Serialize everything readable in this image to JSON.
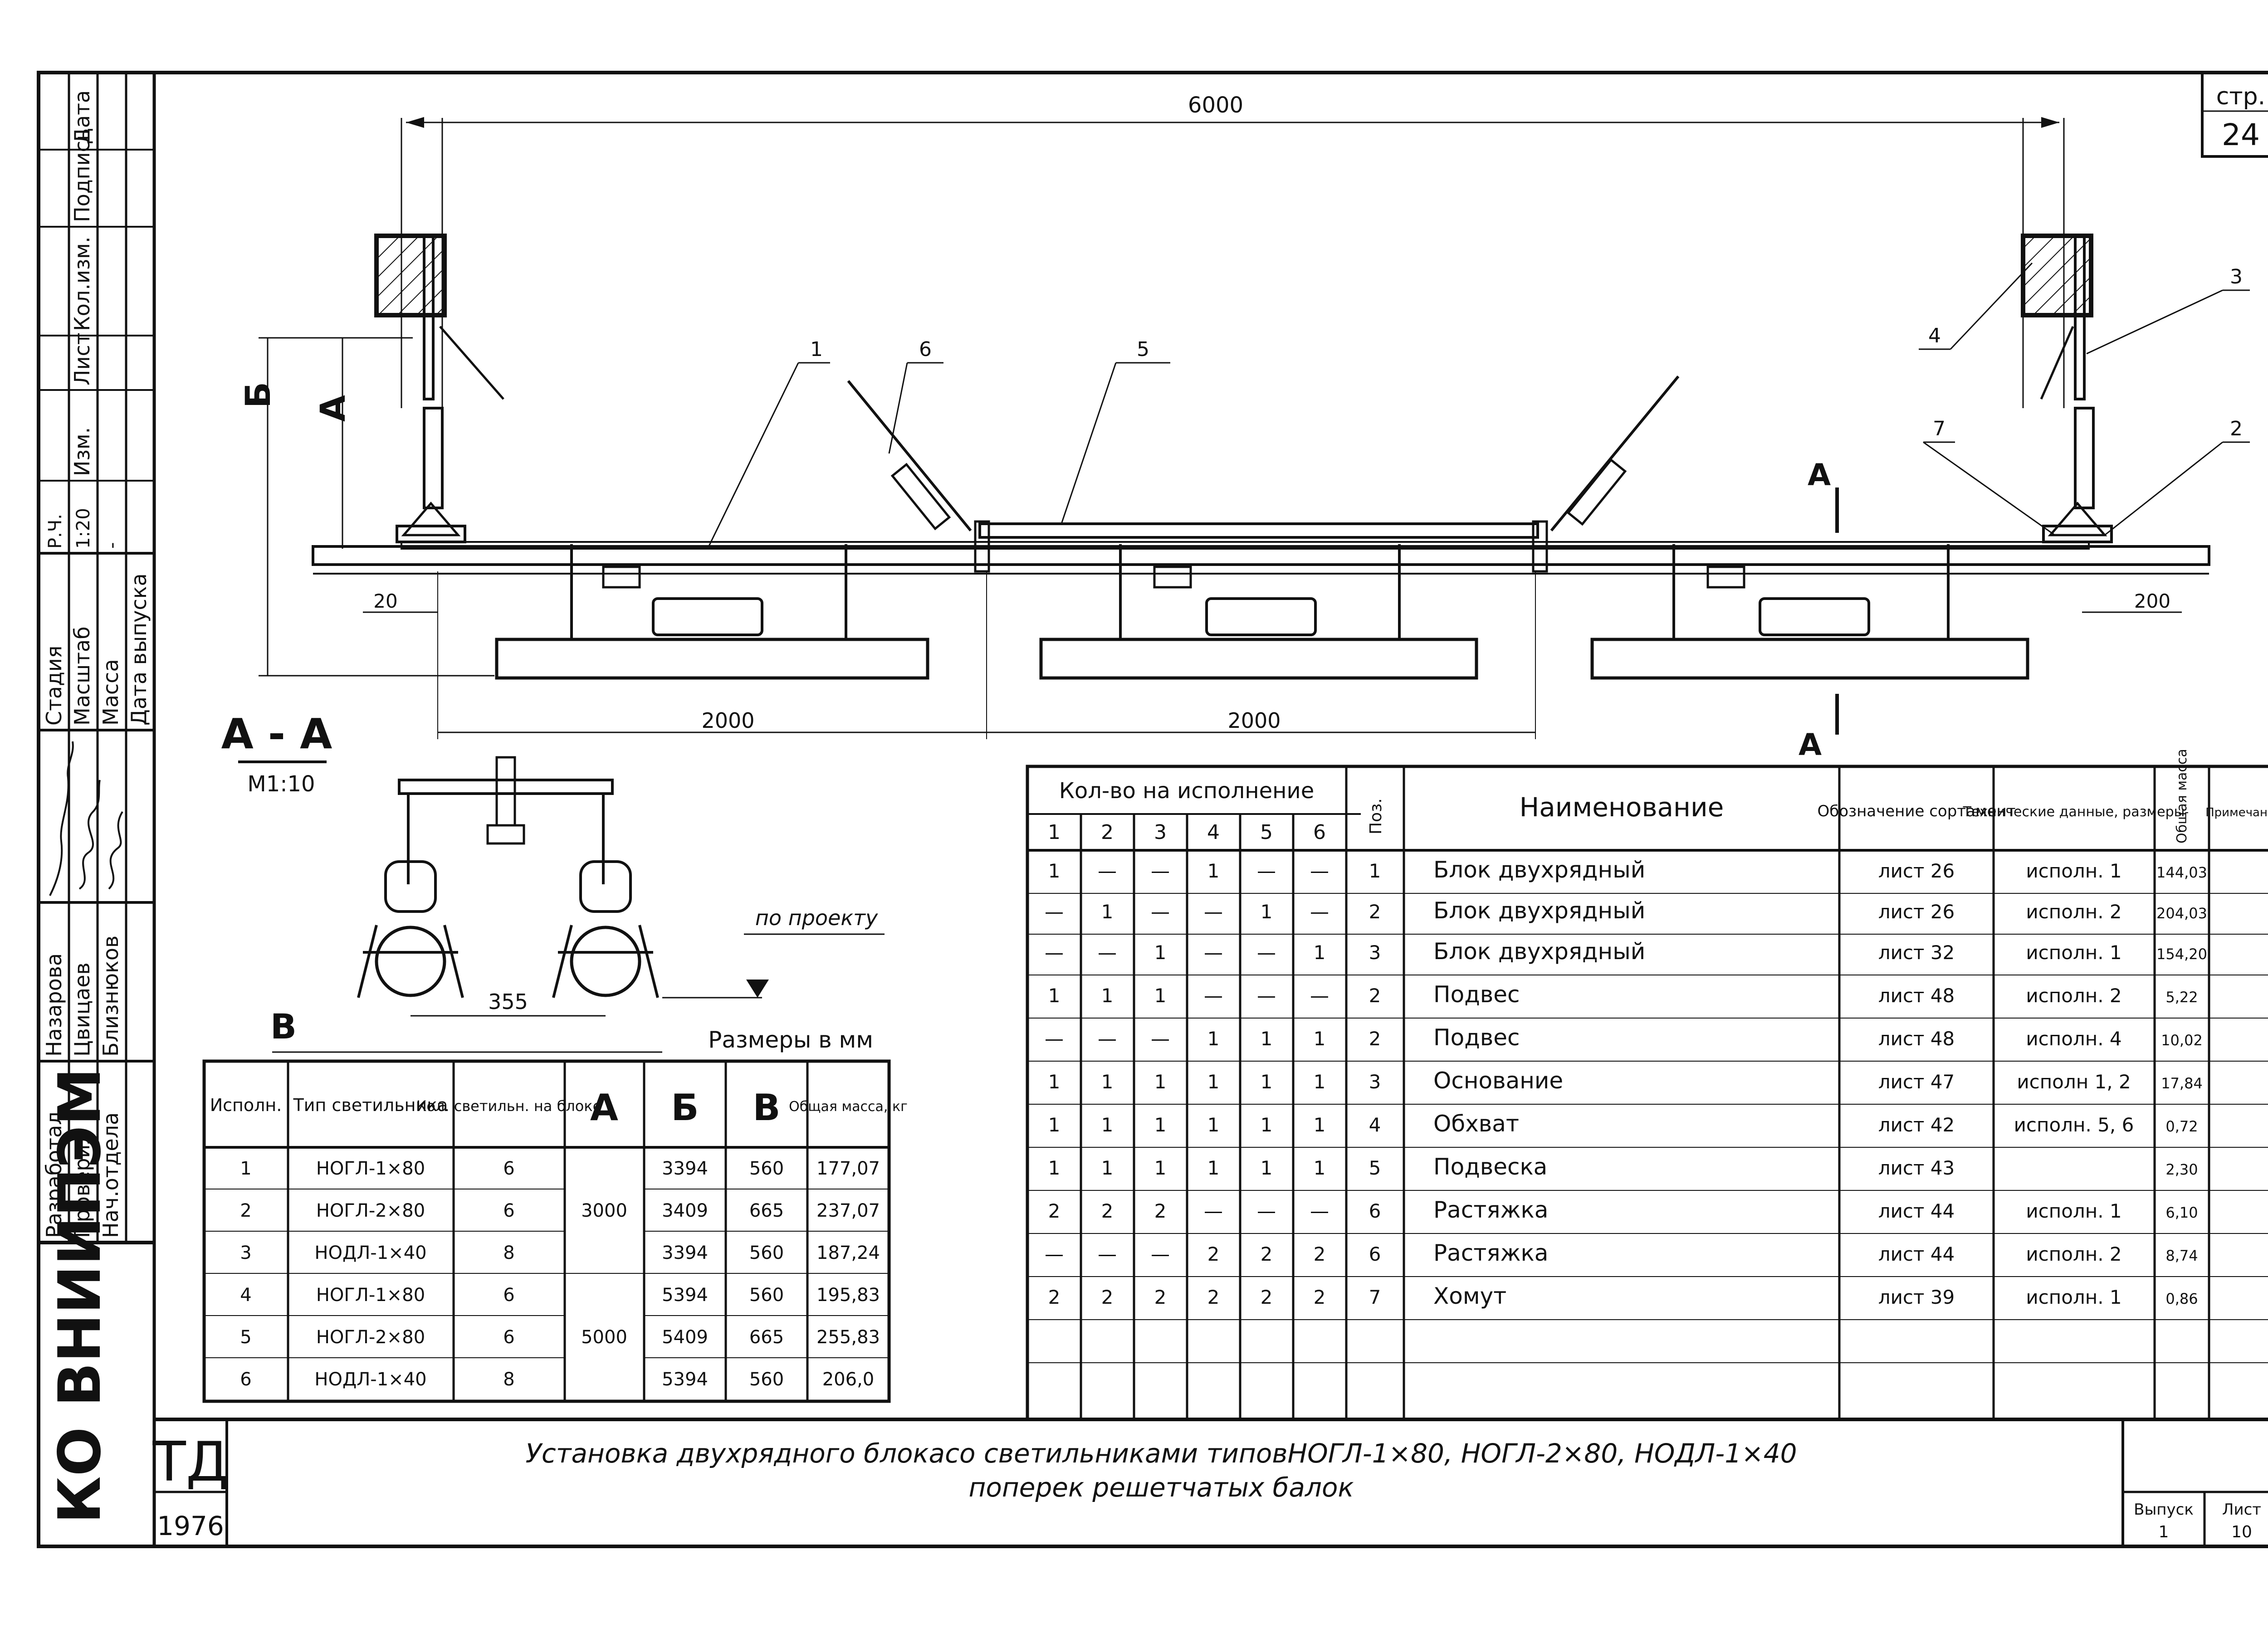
{
  "sheet": {
    "page_label": "стр.",
    "page_number": "24",
    "org": "КО ВНИИПЭМ",
    "doc_code": "ТД",
    "year": "1976",
    "title_line1": "Установка двухрядного блокасо светильниками типовНОГЛ-1×80, НОГЛ-2×80, НОДЛ-1×40",
    "title_line2": "поперек решетчатых балок",
    "issue_label": "Выпуск",
    "issue_value": "1",
    "sheet_label": "Лист",
    "sheet_value": "10"
  },
  "stamp": {
    "rev_headers": [
      "Изм.",
      "Лист",
      "Кол.изм.",
      "Подпись",
      "Дата"
    ],
    "stage_label": "Стадия",
    "stage_value": "Р.Ч.",
    "scale_label": "Масштаб",
    "scale_value": "1:20",
    "mass_label": "Масса",
    "mass_value": "-",
    "date_label": "Дата выпуска",
    "roles": [
      {
        "role": "Разработал",
        "name": "Назарова"
      },
      {
        "role": "Проверил",
        "name": "Цвицаев"
      },
      {
        "role": "Нач.отдела",
        "name": "Близнюков"
      }
    ]
  },
  "drawing": {
    "dim_total": "6000",
    "dim_span_1": "2000",
    "dim_span_2": "2000",
    "dim_left_offset": "20",
    "dim_right_offset": "200",
    "label_A": "А",
    "label_B": "Б",
    "section_mark": "А",
    "callouts": [
      "1",
      "6",
      "5",
      "4",
      "3",
      "7",
      "2"
    ]
  },
  "section": {
    "title": "А - А",
    "scale": "М1:10",
    "dim_355": "355",
    "label_V": "В",
    "by_project": "по проекту"
  },
  "dims_table": {
    "units_note": "Размеры в мм",
    "headers": [
      "Исполн.",
      "Тип светильника",
      "Кол. светильн. на блоке",
      "А",
      "Б",
      "В",
      "Общая масса, кг"
    ],
    "rows": [
      {
        "n": "1",
        "type": "НОГЛ-1×80",
        "qty": "6",
        "b": "3394",
        "v": "560",
        "mass": "177,07"
      },
      {
        "n": "2",
        "type": "НОГЛ-2×80",
        "qty": "6",
        "b": "3409",
        "v": "665",
        "mass": "237,07"
      },
      {
        "n": "3",
        "type": "НОДЛ-1×40",
        "qty": "8",
        "b": "3394",
        "v": "560",
        "mass": "187,24"
      },
      {
        "n": "4",
        "type": "НОГЛ-1×80",
        "qty": "6",
        "b": "5394",
        "v": "560",
        "mass": "195,83"
      },
      {
        "n": "5",
        "type": "НОГЛ-2×80",
        "qty": "6",
        "b": "5409",
        "v": "665",
        "mass": "255,83"
      },
      {
        "n": "6",
        "type": "НОДЛ-1×40",
        "qty": "8",
        "b": "5394",
        "v": "560",
        "mass": "206,0"
      }
    ],
    "a_values": [
      "3000",
      "5000"
    ]
  },
  "spec_table": {
    "qty_header": "Кол-во на исполнение",
    "variants": [
      "1",
      "2",
      "3",
      "4",
      "5",
      "6"
    ],
    "pos_header": "Поз.",
    "name_header": "Наименование",
    "doc_header": "Обозначение сортамент",
    "tech_header": "Технические данные, размеры",
    "mass_header": "Общая масса",
    "note_header": "Примечание",
    "rows": [
      {
        "q": [
          "1",
          "—",
          "—",
          "1",
          "—",
          "—"
        ],
        "pos": "1",
        "name": "Блок двухрядный",
        "doc": "лист 26",
        "tech": "исполн. 1",
        "mass": "144,03"
      },
      {
        "q": [
          "—",
          "1",
          "—",
          "—",
          "1",
          "—"
        ],
        "pos": "2",
        "name": "Блок двухрядный",
        "doc": "лист 26",
        "tech": "исполн. 2",
        "mass": "204,03"
      },
      {
        "q": [
          "—",
          "—",
          "1",
          "—",
          "—",
          "1"
        ],
        "pos": "3",
        "name": "Блок двухрядный",
        "doc": "лист 32",
        "tech": "исполн. 1",
        "mass": "154,20"
      },
      {
        "q": [
          "1",
          "1",
          "1",
          "—",
          "—",
          "—"
        ],
        "pos": "2",
        "name": "Подвес",
        "doc": "лист 48",
        "tech": "исполн. 2",
        "mass": "5,22"
      },
      {
        "q": [
          "—",
          "—",
          "—",
          "1",
          "1",
          "1"
        ],
        "pos": "2",
        "name": "Подвес",
        "doc": "лист 48",
        "tech": "исполн. 4",
        "mass": "10,02"
      },
      {
        "q": [
          "1",
          "1",
          "1",
          "1",
          "1",
          "1"
        ],
        "pos": "3",
        "name": "Основание",
        "doc": "лист 47",
        "tech": "исполн 1, 2",
        "mass": "17,84"
      },
      {
        "q": [
          "1",
          "1",
          "1",
          "1",
          "1",
          "1"
        ],
        "pos": "4",
        "name": "Обхват",
        "doc": "лист 42",
        "tech": "исполн. 5, 6",
        "mass": "0,72"
      },
      {
        "q": [
          "1",
          "1",
          "1",
          "1",
          "1",
          "1"
        ],
        "pos": "5",
        "name": "Подвеска",
        "doc": "лист 43",
        "tech": "",
        "mass": "2,30"
      },
      {
        "q": [
          "2",
          "2",
          "2",
          "—",
          "—",
          "—"
        ],
        "pos": "6",
        "name": "Растяжка",
        "doc": "лист 44",
        "tech": "исполн. 1",
        "mass": "6,10"
      },
      {
        "q": [
          "—",
          "—",
          "—",
          "2",
          "2",
          "2"
        ],
        "pos": "6",
        "name": "Растяжка",
        "doc": "лист 44",
        "tech": "исполн. 2",
        "mass": "8,74"
      },
      {
        "q": [
          "2",
          "2",
          "2",
          "2",
          "2",
          "2"
        ],
        "pos": "7",
        "name": "Хомут",
        "doc": "лист 39",
        "tech": "исполн. 1",
        "mass": "0,86"
      }
    ]
  }
}
